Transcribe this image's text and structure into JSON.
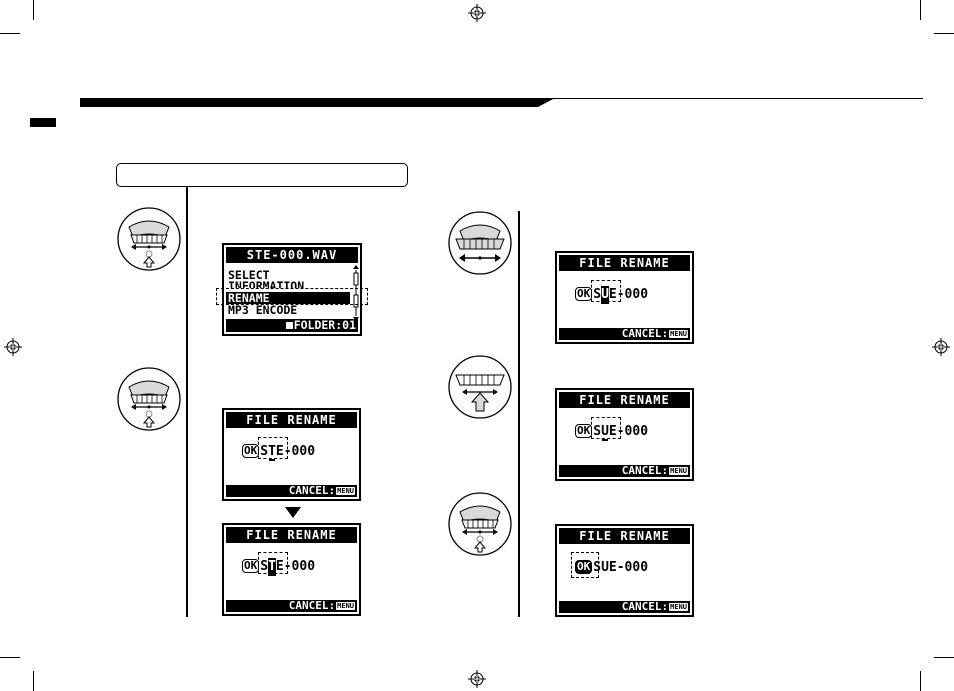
{
  "menu_screen": {
    "title": "STE-000.WAV",
    "items": [
      "SELECT",
      "INFORMATION",
      "RENAME",
      "MP3 ENCODE"
    ],
    "footer": "FOLDER:01"
  },
  "rename_screens": [
    {
      "title": "FILE RENAME",
      "ok": "OK",
      "chars": [
        "S",
        "T",
        "E"
      ],
      "suffix": "-000",
      "footer": "CANCEL:",
      "key": "MENU"
    },
    {
      "title": "FILE RENAME",
      "ok": "OK",
      "chars": [
        "S",
        "T",
        "E"
      ],
      "suffix": "-000",
      "footer": "CANCEL:",
      "key": "MENU"
    },
    {
      "title": "FILE RENAME",
      "ok": "OK",
      "chars": [
        "S",
        "U",
        "E"
      ],
      "suffix": "-000",
      "footer": "CANCEL:",
      "key": "MENU"
    },
    {
      "title": "FILE RENAME",
      "ok": "OK",
      "chars": [
        "S",
        "U",
        "E"
      ],
      "suffix": "-000",
      "footer": "CANCEL:",
      "key": "MENU"
    },
    {
      "title": "FILE RENAME",
      "ok": "OK",
      "chars": [
        "S",
        "U",
        "E"
      ],
      "suffix": "-000",
      "footer": "CANCEL:",
      "key": "MENU"
    }
  ],
  "icons": {
    "registration": "registration-mark-icon",
    "dial": "control-wheel-icon",
    "arrow_down": "triangle-down-icon"
  },
  "colors": {
    "ink": "#000000",
    "paper": "#ffffff",
    "dial_fill": "#d9d9d9"
  }
}
